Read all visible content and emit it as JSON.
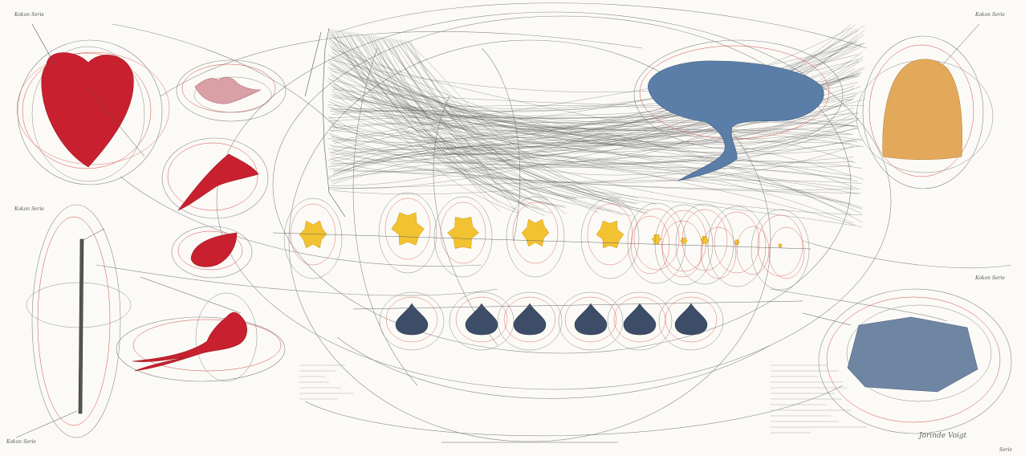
{
  "artwork": {
    "corner_labels": [
      "Kokon Serie",
      "Kokon Serie",
      "Kokon Serie",
      "Kokon Serie",
      "Kokon Serie"
    ],
    "bottom_label": "Serie",
    "signature": "Jorinde Voigt",
    "colors": {
      "paper": "#fbfaf6",
      "red": "#c8202f",
      "pink": "#d9a0a6",
      "yellow": "#f2c230",
      "navy": "#3d4d68",
      "blue": "#5b7ea8",
      "blue_gray": "#6f86a3",
      "ochre": "#e3a95a",
      "graphite": "#555555",
      "red_ink": "#d44a4a"
    }
  }
}
